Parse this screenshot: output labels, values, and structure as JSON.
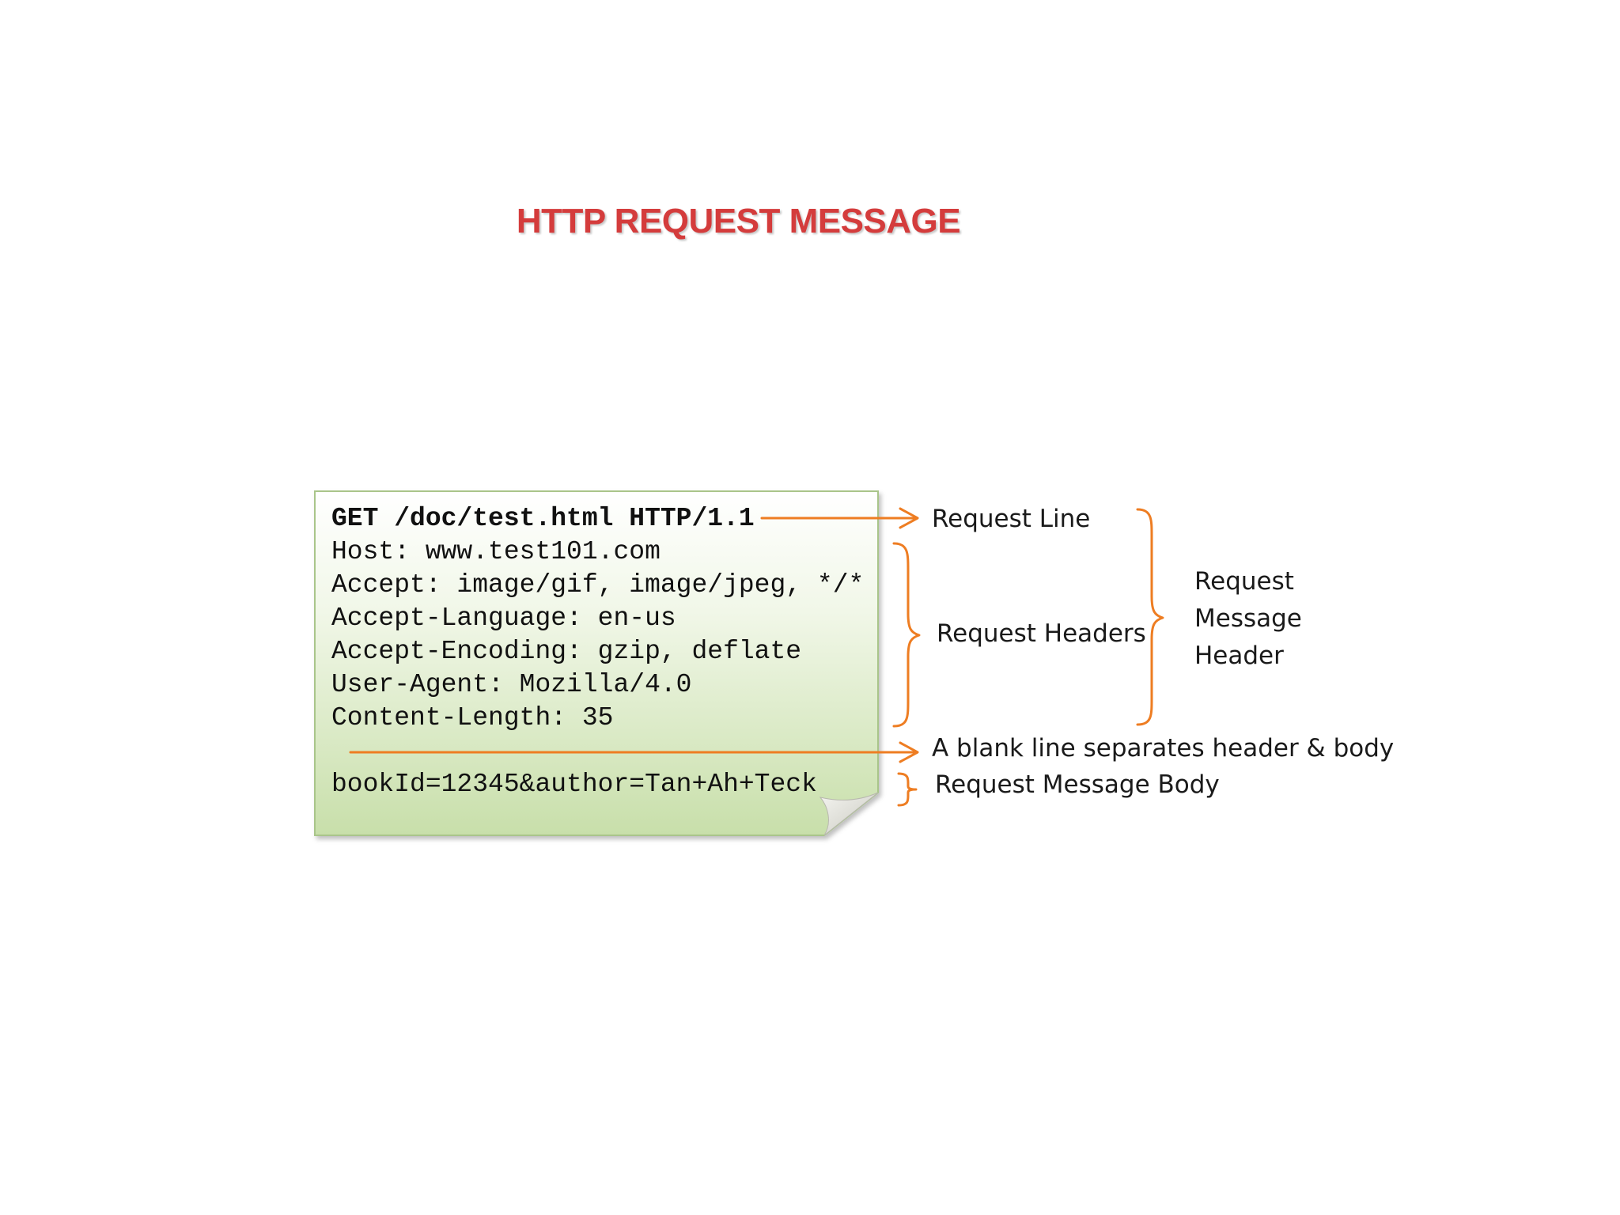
{
  "title": "HTTP REQUEST MESSAGE",
  "message": {
    "request_line": "GET /doc/test.html HTTP/1.1",
    "headers": [
      "Host: www.test101.com",
      "Accept: image/gif, image/jpeg, */*",
      "Accept-Language: en-us",
      "Accept-Encoding: gzip, deflate",
      "User-Agent: Mozilla/4.0",
      "Content-Length: 35"
    ],
    "body": "bookId=12345&author=Tan+Ah+Teck"
  },
  "annotations": {
    "request_line": "Request Line",
    "request_headers": "Request Headers",
    "message_header": [
      "Request",
      "Message",
      "Header"
    ],
    "blank_line": "A blank line separates header & body",
    "message_body": "Request Message Body"
  },
  "colors": {
    "title": "#d43c3c",
    "accent": "#ee7d22",
    "note_top": "#ffffff",
    "note_bottom": "#c8dfaa",
    "note_border": "#a9c58a"
  }
}
